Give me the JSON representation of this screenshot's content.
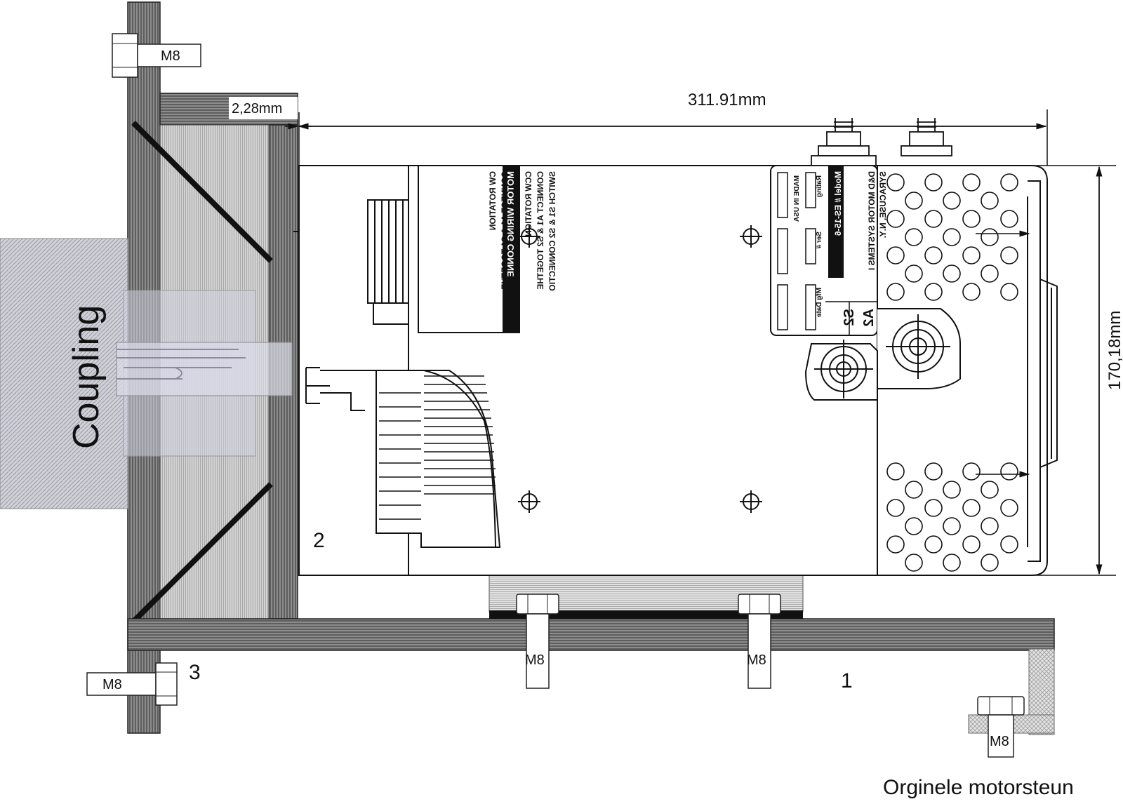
{
  "labels": {
    "dimension_length": "311.91mm",
    "dimension_height": "170,18mm",
    "dimension_gap": "2,28mm",
    "coupling": "Coupling",
    "part_1": "1",
    "part_2": "2",
    "part_3": "3",
    "bolt": "M8",
    "original_mount": "Orginele motorsteun"
  },
  "wiring_label": {
    "title": "MOTOR WIRING CONNE",
    "line_1": "CW ROTATION",
    "line_2": "CONNECT A1 & S1 TOGETHE",
    "line_3": "CONNECT A2 TO BATTERY",
    "line_4": "CCW ROTATION",
    "line_5": "CONNECT A1 & S2 TOGETHE",
    "line_6": "SWITCH S1 & S2 CONNECTIO"
  },
  "name_plate": {
    "line_1": "D&D MOTOR SYSTEMS I",
    "line_2": "SYRACUSE, N.Y.",
    "line_3": "Model # ES-15-6",
    "rating": "Rating",
    "serial": "Ser #",
    "mfg_date": "Mfg Date",
    "made_in": "MADE IN USA",
    "terminal_a2": "A2",
    "terminal_s2": "S2"
  },
  "colors": {
    "hatch_dark": "#6f6f6f",
    "hatch_light": "#b9b9b9",
    "coupling_fill": "#cfcfd6",
    "line": "#111111"
  }
}
